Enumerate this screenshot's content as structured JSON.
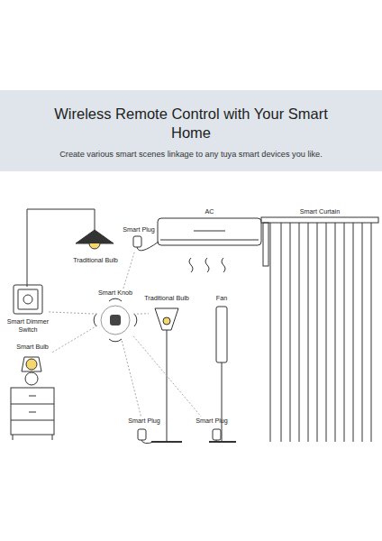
{
  "diagram": {
    "title": "Wireless Remote Control with Your Smart Home",
    "nodes": [
      {
        "text": [
          "Traditional Bulb"
        ]
      },
      {
        "text": [
          "Smart Plug"
        ]
      },
      {
        "text": [
          "AC"
        ]
      },
      {
        "text": [
          "Smart Curtain"
        ]
      },
      {
        "text": [
          "Smart Dimmer Switch"
        ]
      },
      {
        "text": [
          "Smart Knob"
        ]
      },
      {
        "text": [
          "Traditional Bulb"
        ]
      },
      {
        "text": [
          "Fan"
        ]
      },
      {
        "text": [
          "Smart Bulb"
        ]
      },
      {
        "text": [
          "Smart Plug"
        ]
      },
      {
        "text": [
          "Smart Plug"
        ]
      }
    ],
    "edges": [
      {
        "from": 5,
        "to": 4,
        "arrow": "none"
      },
      {
        "from": 5,
        "to": 1,
        "arrow": "none"
      },
      {
        "from": 5,
        "to": 6,
        "arrow": "none"
      },
      {
        "from": 5,
        "to": 8,
        "arrow": "none"
      },
      {
        "from": 5,
        "to": 9,
        "arrow": "none"
      },
      {
        "from": 5,
        "to": 10,
        "arrow": "none"
      }
    ],
    "labels": [
      "Create various smart scenes linkage to any tuya smart devices you like."
    ]
  }
}
